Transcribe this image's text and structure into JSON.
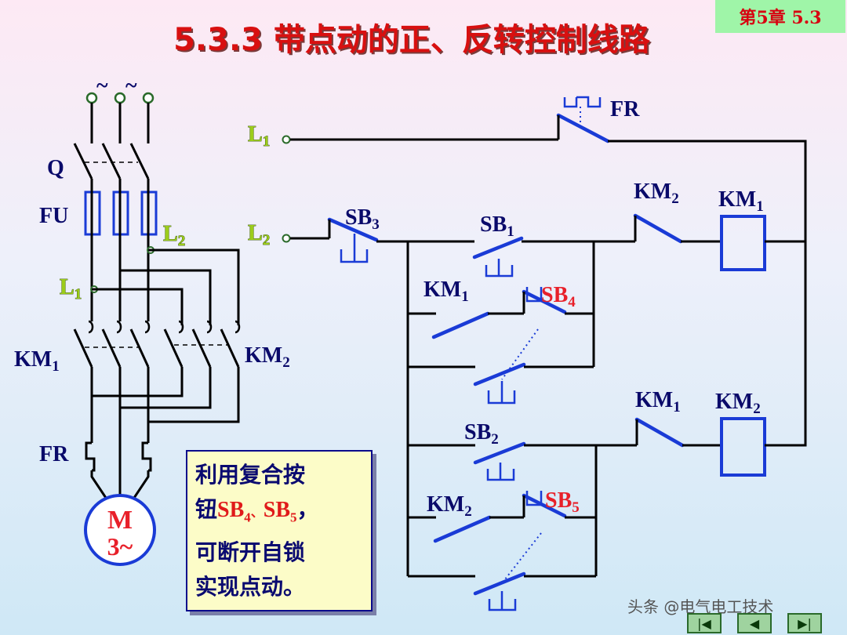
{
  "chapter_tag": "第5章 5.3",
  "title": "5.3.3  带点动的正、反转控制线路",
  "main_circuit": {
    "supply_symbol": "~",
    "switch_label": "Q",
    "fuse_label": "FU",
    "tap_l2": {
      "main": "L",
      "sub": "2"
    },
    "tap_l1": {
      "main": "L",
      "sub": "1"
    },
    "contactor_left": {
      "main": "KM",
      "sub": "1"
    },
    "contactor_right": {
      "main": "KM",
      "sub": "2"
    },
    "overload_label": "FR",
    "motor_label": "M",
    "motor_phase": "3~"
  },
  "control_circuit": {
    "l1": {
      "main": "L",
      "sub": "1"
    },
    "l2": {
      "main": "L",
      "sub": "2"
    },
    "fr": "FR",
    "sb3": {
      "main": "SB",
      "sub": "3"
    },
    "sb1": {
      "main": "SB",
      "sub": "1"
    },
    "sb2": {
      "main": "SB",
      "sub": "2"
    },
    "sb4": {
      "main": "SB",
      "sub": "4"
    },
    "sb5": {
      "main": "SB",
      "sub": "5"
    },
    "km1_selflock": {
      "main": "KM",
      "sub": "1"
    },
    "km2_selflock": {
      "main": "KM",
      "sub": "2"
    },
    "km2_interlock": {
      "main": "KM",
      "sub": "2"
    },
    "km1_interlock": {
      "main": "KM",
      "sub": "1"
    },
    "km1_coil": {
      "main": "KM",
      "sub": "1"
    },
    "km2_coil": {
      "main": "KM",
      "sub": "2"
    }
  },
  "note": {
    "line1": "利用复合按",
    "line2_prefix": "钮",
    "sb4": "SB",
    "sb4_sub": "4",
    "sep": "、",
    "sb5": "SB",
    "sb5_sub": "5",
    "line2_suffix": "，",
    "line3": "可断开自锁",
    "line4": "实现点动。"
  },
  "watermark": "头条 @电气电工技术",
  "nav": [
    "|◀",
    "◀",
    "▶|"
  ]
}
